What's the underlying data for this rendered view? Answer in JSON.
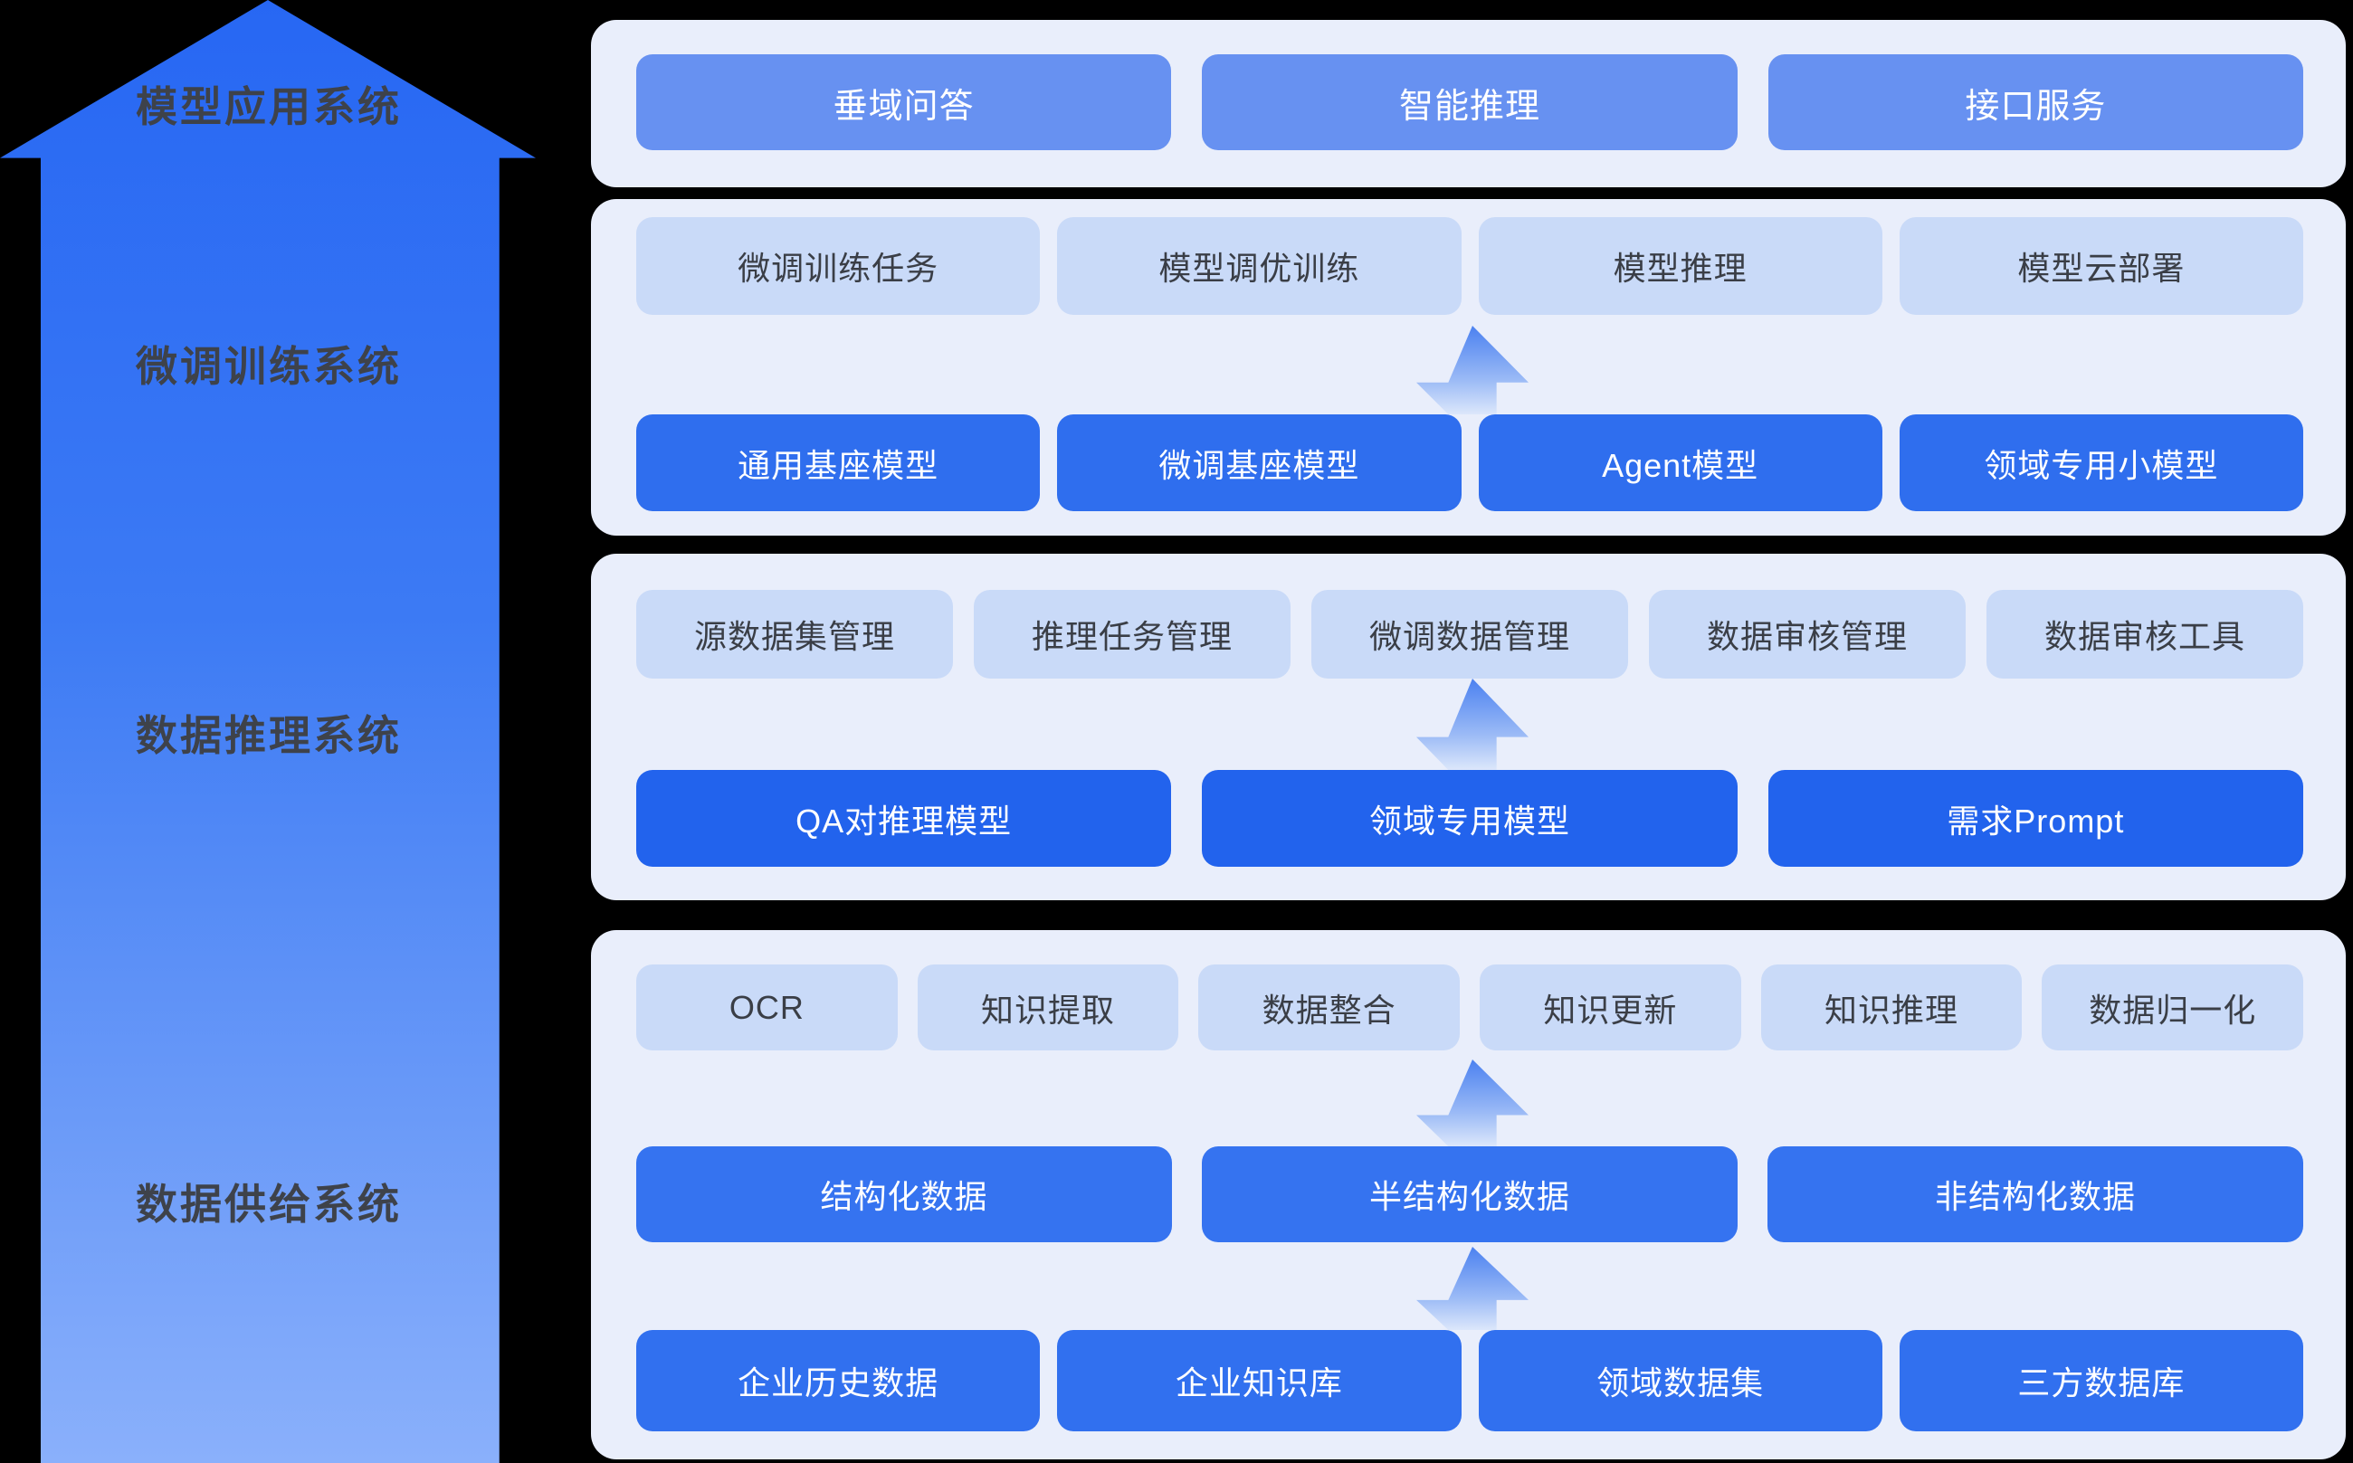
{
  "colors": {
    "background": "#000000",
    "big_arrow_top": "#2767f3",
    "big_arrow_bottom": "#8ab0fb",
    "panel_bg": "#e9eefb",
    "label_text": "#3e424a",
    "light_node_bg": "#c9daf8",
    "light_node_text": "#3a3e46",
    "medium_node_bg": "#6791f1",
    "dark_node_p2_bg": "#2f6eee",
    "dark_node_p3_bg": "#2263ed",
    "mid_node_p4_bg": "#3573f0",
    "dark_node_p4_bg": "#3170ef",
    "node_white_text": "#ffffff",
    "inner_arrow_top": "#4b81f0",
    "inner_arrow_bottom": "#dce7fb"
  },
  "sections": [
    {
      "name": "模型应用系统",
      "rows": [
        {
          "tone": "medium",
          "items": [
            "垂域问答",
            "智能推理",
            "接口服务"
          ]
        }
      ]
    },
    {
      "name": "微调训练系统",
      "rows": [
        {
          "tone": "light",
          "items": [
            "微调训练任务",
            "模型调优训练",
            "模型推理",
            "模型云部署"
          ]
        },
        {
          "arrow": "up"
        },
        {
          "tone": "dark-p2",
          "items": [
            "通用基座模型",
            "微调基座模型",
            "Agent模型",
            "领域专用小模型"
          ]
        }
      ]
    },
    {
      "name": "数据推理系统",
      "rows": [
        {
          "tone": "light",
          "items": [
            "源数据集管理",
            "推理任务管理",
            "微调数据管理",
            "数据审核管理",
            "数据审核工具"
          ]
        },
        {
          "arrow": "up"
        },
        {
          "tone": "dark-p3",
          "items": [
            "QA对推理模型",
            "领域专用模型",
            "需求Prompt"
          ]
        }
      ]
    },
    {
      "name": "数据供给系统",
      "rows": [
        {
          "tone": "light",
          "items": [
            "OCR",
            "知识提取",
            "数据整合",
            "知识更新",
            "知识推理",
            "数据归一化"
          ]
        },
        {
          "arrow": "up"
        },
        {
          "tone": "mid-p4",
          "items": [
            "结构化数据",
            "半结构化数据",
            "非结构化数据"
          ]
        },
        {
          "arrow": "up"
        },
        {
          "tone": "dark-p4",
          "items": [
            "企业历史数据",
            "企业知识库",
            "领域数据集",
            "三方数据库"
          ]
        }
      ]
    }
  ]
}
